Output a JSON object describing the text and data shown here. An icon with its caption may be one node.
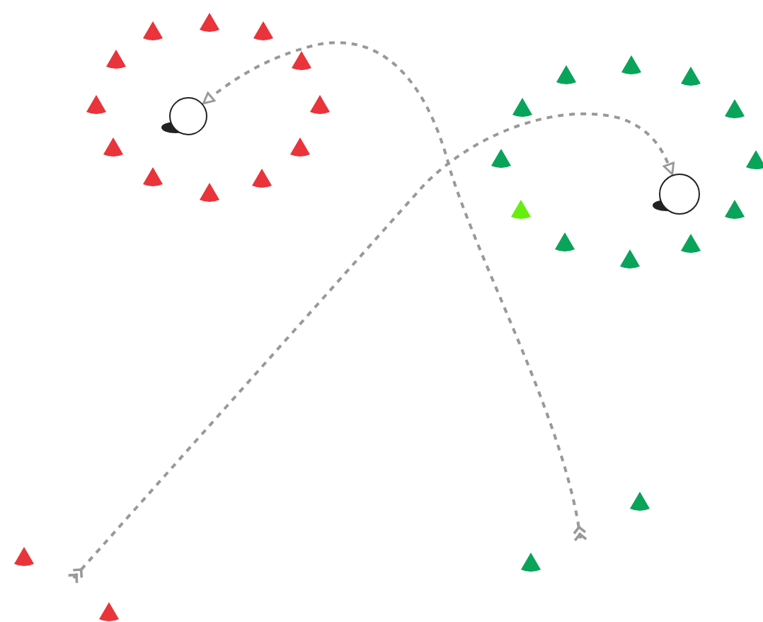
{
  "diagram": {
    "nodes": [
      {
        "text": [],
        "shape": "circle"
      },
      {
        "text": [],
        "shape": "circle"
      }
    ],
    "edges": [
      {
        "from": null,
        "to": 0,
        "arrow": "to",
        "style": "dashed"
      },
      {
        "from": null,
        "to": 1,
        "arrow": "to",
        "style": "dashed"
      }
    ]
  }
}
